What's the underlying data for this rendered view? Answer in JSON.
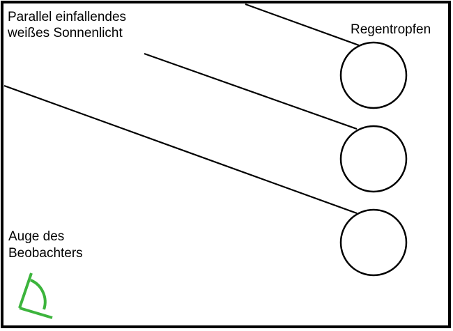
{
  "sunlight_label": [
    "Parallel einfallendes",
    "weißes Sonnenlicht"
  ],
  "raindrops_label": "Regentropfen",
  "observer_label": [
    "Auge des",
    "Beobachters"
  ],
  "raindrop_count": 3,
  "ray_count": 3,
  "colors": {
    "frame": "#000000",
    "ray": "#000000",
    "raindrop_outline": "#000000",
    "eye_symbol": "#3cb43c",
    "background": "#ffffff"
  },
  "icons": {
    "observer": "eye-angle-icon"
  }
}
